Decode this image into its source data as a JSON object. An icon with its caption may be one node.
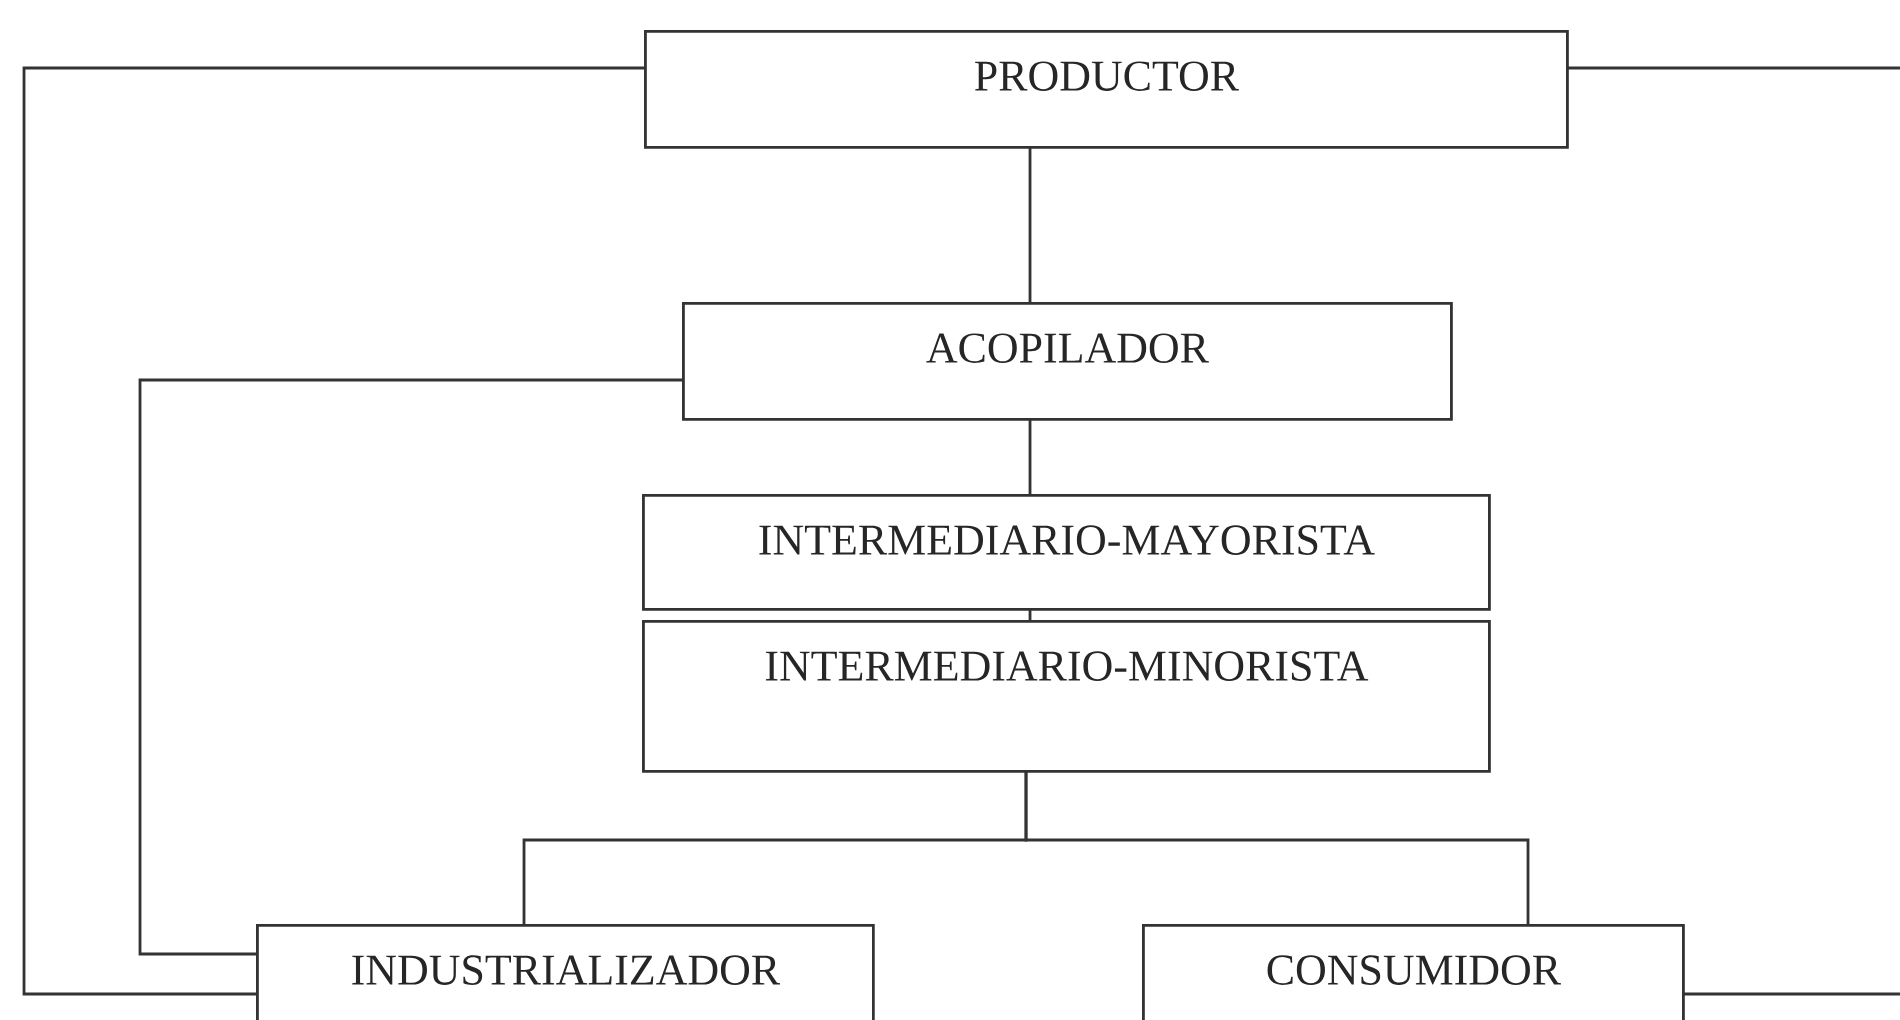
{
  "diagram": {
    "nodes": [
      {
        "text": [
          "PRODUCTOR"
        ]
      },
      {
        "text": [
          "ACOPILADOR"
        ]
      },
      {
        "text": [
          "INTERMEDIARIO-MAYORISTA"
        ]
      },
      {
        "text": [
          "INTERMEDIARIO-MINORISTA"
        ]
      },
      {
        "text": [
          "INDUSTRIALIZADOR"
        ]
      },
      {
        "text": [
          "CONSUMIDOR"
        ]
      }
    ],
    "edges": [
      {
        "from": 0,
        "to": 1,
        "arrow": "none"
      },
      {
        "from": 1,
        "to": 2,
        "arrow": "none"
      },
      {
        "from": 2,
        "to": 3,
        "arrow": "none"
      },
      {
        "from": 3,
        "to": 4,
        "arrow": "none"
      },
      {
        "from": 3,
        "to": 5,
        "arrow": "none"
      },
      {
        "from": 0,
        "to": 4,
        "arrow": "none"
      },
      {
        "from": 1,
        "to": 4,
        "arrow": "none"
      },
      {
        "from": 0,
        "to": null,
        "arrow": "none"
      },
      {
        "from": 5,
        "to": null,
        "arrow": "none"
      }
    ]
  }
}
